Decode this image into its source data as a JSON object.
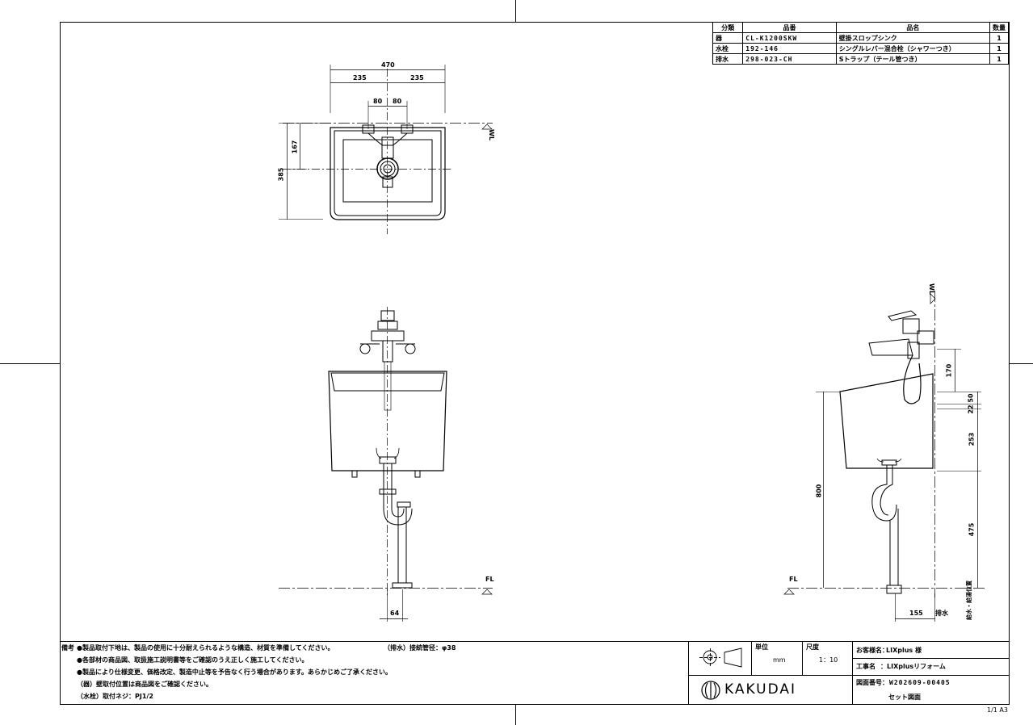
{
  "parts_table": {
    "headers": [
      "分類",
      "品番",
      "品名",
      "数量"
    ],
    "rows": [
      {
        "category": "器",
        "code": "CL-K1200SKW",
        "name": "壁掛スロップシンク",
        "qty": "1"
      },
      {
        "category": "水栓",
        "code": "192-146",
        "name": "シングルレバー混合栓（シャワーつき）",
        "qty": "1"
      },
      {
        "category": "排水",
        "code": "298-023-CH",
        "name": "Sトラップ（テール管つき）",
        "qty": "1"
      }
    ]
  },
  "plan_view": {
    "dim_width": "470",
    "dim_half_left": "235",
    "dim_half_right": "235",
    "dim_faucet_left": "80",
    "dim_faucet_right": "80",
    "dim_depth": "385",
    "dim_drain": "167",
    "wall_label": "WL"
  },
  "front_view": {
    "floor_label": "FL",
    "dim_pipe": "64"
  },
  "side_view": {
    "wall_label": "WL",
    "floor_label": "FL",
    "dim_total_height": "800",
    "dim_faucet": "170",
    "dim_a": "50",
    "dim_b": "22",
    "dim_bowl": "253",
    "dim_drain_height": "475",
    "dim_drain_offset": "155",
    "drain_label": "排水",
    "vertical_note": "給水・給湯位置"
  },
  "notes": {
    "label": "備考",
    "lines": [
      "●製品取付下地は、製品の使用に十分耐えられるような構造、材質を準備してください。",
      "●各部材の商品図、取扱施工説明書等をご確認のうえ正しく施工してください。",
      "●製品により仕様変更、価格改定、製造中止等を予告なく行う場合があります。あらかじめご了承ください。",
      "（器）壁取付位置は商品図をご確認ください。",
      "（水栓）取付ネジ：PJ1/2"
    ],
    "drain_note": "（排水）接続管径：φ38"
  },
  "title_block": {
    "unit_label": "単位",
    "unit_value": "mm",
    "scale_label": "尺度",
    "scale_value": "1：10",
    "customer_label": "お客様名：",
    "customer_value": "LIXplus 様",
    "project_label": "工事名",
    "project_value": "：LIXplusリフォーム",
    "drawing_no_label": "図面番号：",
    "drawing_no_value": "W202609-00405",
    "drawing_type": "セット図面",
    "brand": "KAKUDAI",
    "sheet": "1/1 A3"
  }
}
